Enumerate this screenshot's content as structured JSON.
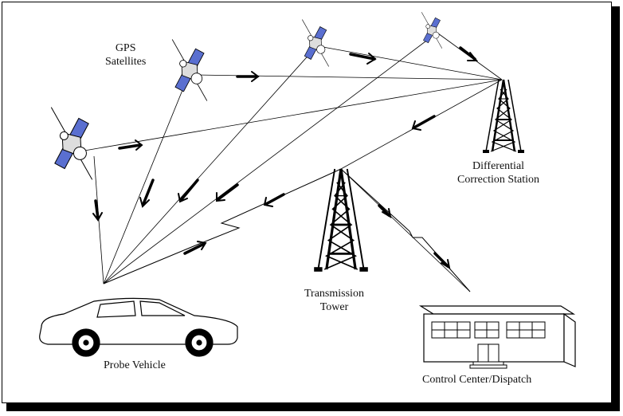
{
  "labels": {
    "gps_line1": "GPS",
    "gps_line2": "Satellites",
    "station_line1": "Differential",
    "station_line2": "Correction Station",
    "tower_line1": "Transmission",
    "tower_line2": "Tower",
    "vehicle": "Probe Vehicle",
    "control_center": "Control Center/Dispatch"
  },
  "colors": {
    "solar_panel": "#5a6fd0",
    "line": "#000000",
    "background": "#ffffff"
  },
  "icons": [
    "satellite-icon",
    "radio-tower-icon",
    "car-icon",
    "building-icon",
    "lightning-signal-icon"
  ]
}
